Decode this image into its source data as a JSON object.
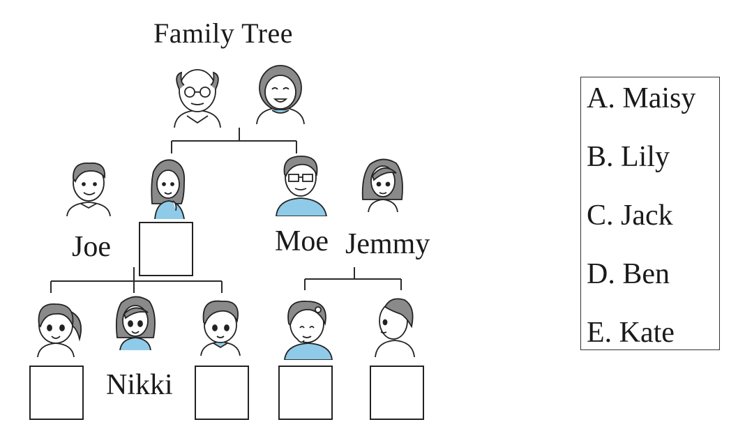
{
  "diagram": {
    "title": "Family Tree",
    "names": {
      "joe": "Joe",
      "moe": "Moe",
      "jemmy": "Jemmy",
      "nikki": "Nikki"
    },
    "options": [
      {
        "label": "A.",
        "name": "Maisy"
      },
      {
        "label": "B.",
        "name": "Lily"
      },
      {
        "label": "C.",
        "name": "Jack"
      },
      {
        "label": "D.",
        "name": "Ben"
      },
      {
        "label": "E.",
        "name": "Kate"
      }
    ],
    "colors": {
      "line": "#2a2a2a",
      "shirt_blue": "#8fcbe8",
      "hair": "#7a7a7a",
      "skin": "#ffffff"
    },
    "icons": [
      "grandfather-icon",
      "grandmother-icon",
      "man-icon",
      "woman-icon",
      "girl-icon",
      "boy-icon"
    ]
  }
}
